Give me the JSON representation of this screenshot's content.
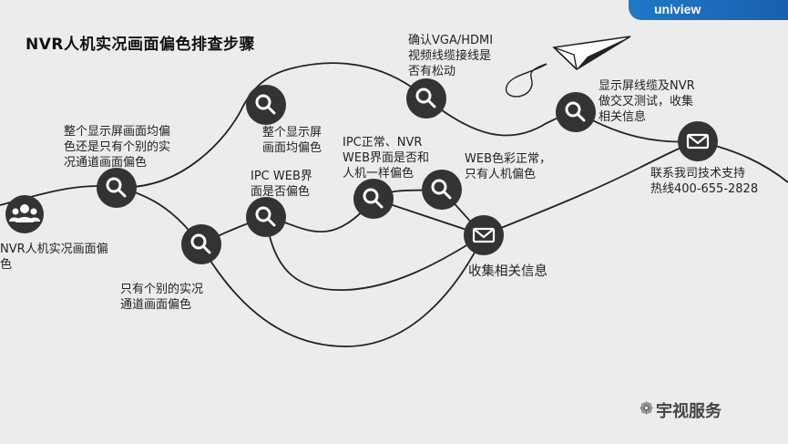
{
  "title": "NVR人机实况画面偏色排查步骤",
  "brand": "uniview",
  "watermark": "宇视服务",
  "colors": {
    "node": "#333333",
    "line": "#222222",
    "brand": "#1f78c8",
    "background": "#ececec"
  },
  "labels": {
    "start": "NVR人机实况画面偏\n色",
    "all_channels": "整个显示屏画面均偏\n色还是只有个别的实\n况通道画面偏色",
    "some_channels": "只有个别的实况\n通道画面偏色",
    "whole_screen": "整个显示屏\n画面均偏色",
    "vga_check": "确认VGA/HDMI\n视频线缆接线是\n否有松动",
    "ipc_web": "IPC WEB界\n面是否偏色",
    "ipc_nvr_web": "IPC正常、NVR\nWEB界面是否和\n人机一样偏色",
    "web_color_ok": "WEB色彩正常，\n只有人机偏色",
    "cross_test": "显示屏线缆及NVR\n做交叉测试，收集\n相关信息",
    "collect_info": "收集相关信息",
    "contact": "联系我司技术支持\n热线400-655-2828"
  },
  "icons": {
    "start": "users-icon",
    "search": "search-icon",
    "mail": "envelope-icon",
    "plane": "paper-plane-icon"
  }
}
